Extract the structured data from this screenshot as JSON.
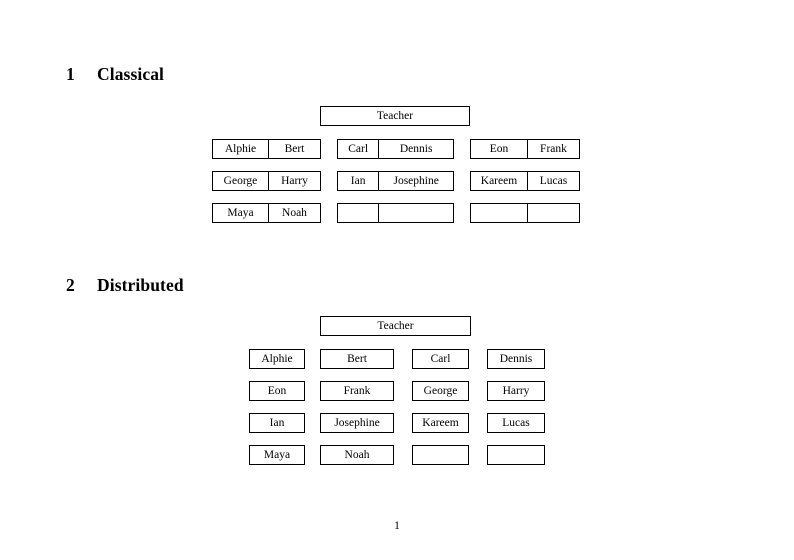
{
  "document": {
    "page_number": "1"
  },
  "sections": [
    {
      "number": "1",
      "title": "Classical",
      "layout": "joined-pairs",
      "teacher": {
        "label": "Teacher"
      },
      "groups": [
        {
          "rows": [
            [
              "Alphie",
              "Bert"
            ],
            [
              "George",
              "Harry"
            ],
            [
              "Maya",
              "Noah"
            ]
          ]
        },
        {
          "rows": [
            [
              "Carl",
              "Dennis"
            ],
            [
              "Ian",
              "Josephine"
            ],
            [
              "",
              ""
            ]
          ]
        },
        {
          "rows": [
            [
              "Eon",
              "Frank"
            ],
            [
              "Kareem",
              "Lucas"
            ],
            [
              "",
              ""
            ]
          ]
        }
      ]
    },
    {
      "number": "2",
      "title": "Distributed",
      "layout": "individual-desks",
      "teacher": {
        "label": "Teacher"
      },
      "rows": [
        [
          "Alphie",
          "Bert",
          "Carl",
          "Dennis"
        ],
        [
          "Eon",
          "Frank",
          "George",
          "Harry"
        ],
        [
          "Ian",
          "Josephine",
          "Kareem",
          "Lucas"
        ],
        [
          "Maya",
          "Noah",
          "",
          ""
        ]
      ]
    }
  ],
  "colors": {
    "page_background": "#ffffff",
    "ink": "#000000",
    "box_border": "#000000"
  }
}
